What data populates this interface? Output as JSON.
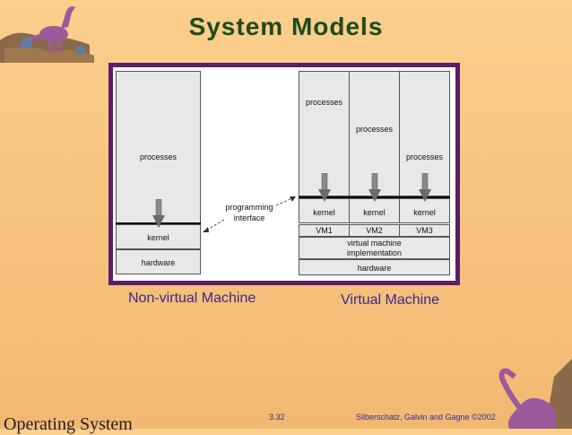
{
  "slide": {
    "title": "System Models",
    "page_number": "3.32",
    "copyright": "Silberschatz, Galvin and  Gagne ©2002",
    "bottom_left_text": "Operating System"
  },
  "diagram": {
    "non_virtual": {
      "caption": "Non-virtual Machine",
      "processes": "processes",
      "kernel": "kernel",
      "hardware": "hardware"
    },
    "interface_label_line1": "programming",
    "interface_label_line2": "interface",
    "virtual": {
      "caption": "Virtual Machine",
      "columns": [
        {
          "processes": "processes",
          "kernel": "kernel",
          "vm": "VM1"
        },
        {
          "processes": "processes",
          "kernel": "kernel",
          "vm": "VM2"
        },
        {
          "processes": "processes",
          "kernel": "kernel",
          "vm": "VM3"
        }
      ],
      "vm_impl_line1": "virtual machine",
      "vm_impl_line2": "implementation",
      "hardware": "hardware"
    }
  },
  "colors": {
    "background": "#f7c27e",
    "title": "#1e4a1e",
    "frame": "#5b1f68",
    "caption": "#3a2a8a"
  },
  "icons": [
    "dinosaur-top-left-icon",
    "dinosaur-bottom-right-icon",
    "down-arrow-icon"
  ]
}
